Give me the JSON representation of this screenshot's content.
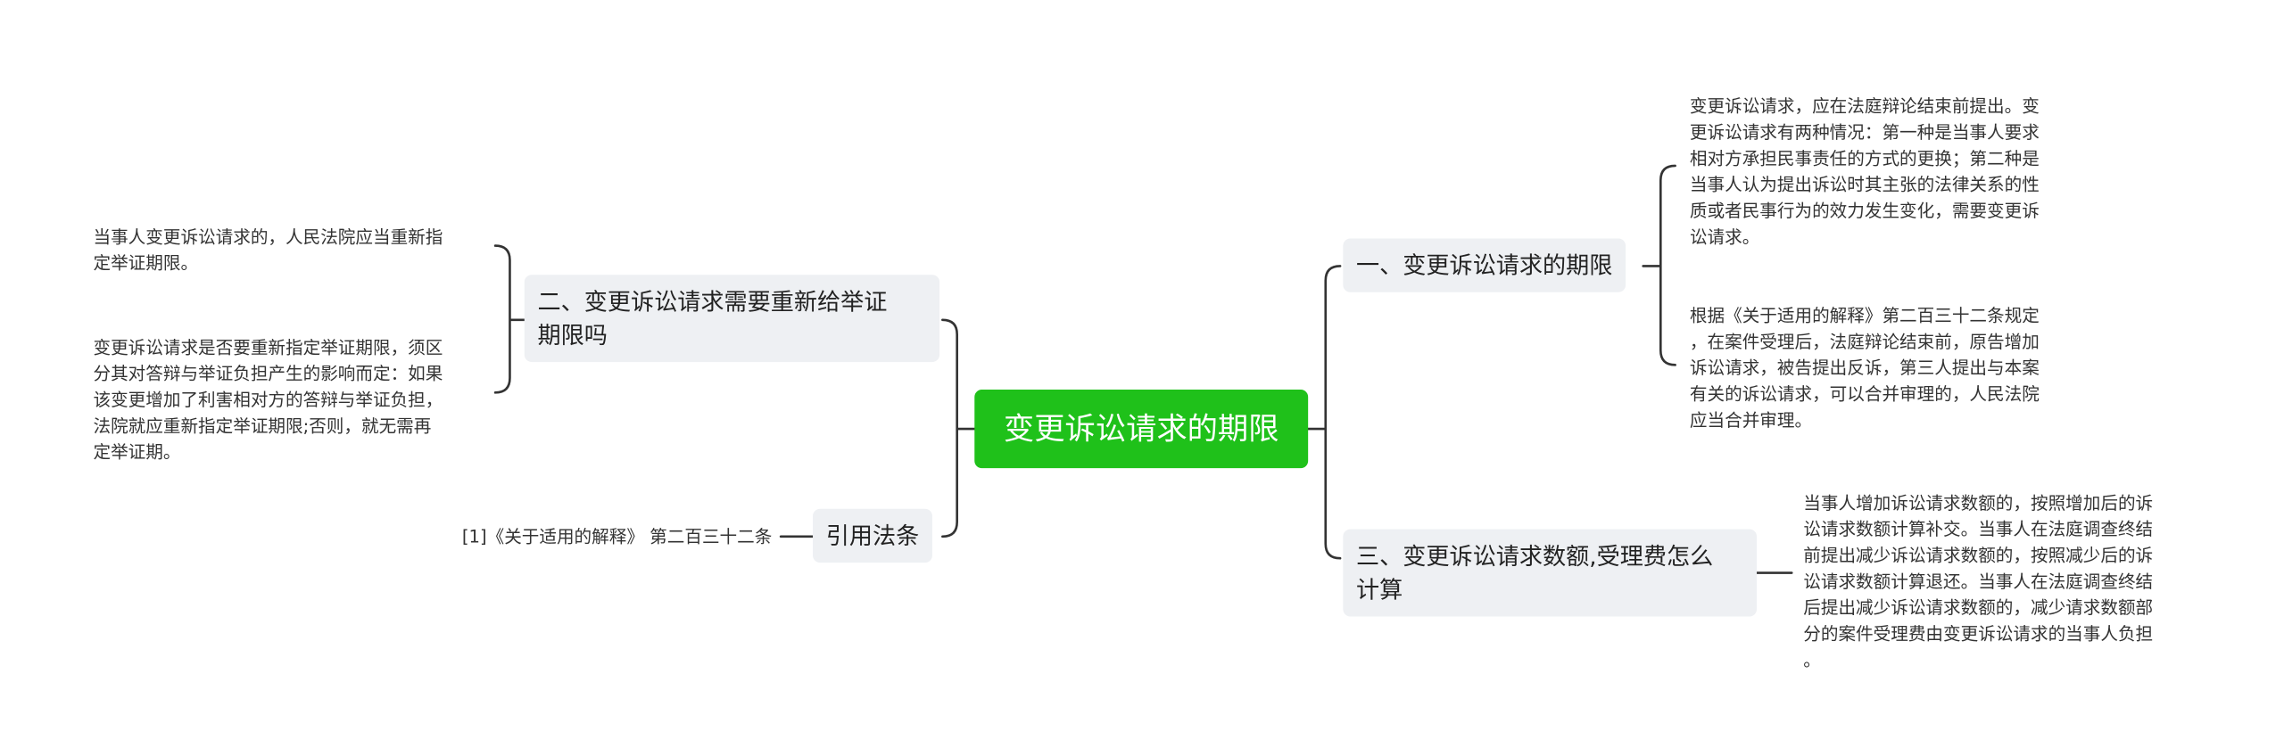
{
  "diagram": {
    "root": {
      "label": "变更诉讼请求的期限"
    },
    "branches": [
      {
        "label": "一、变更诉讼请求的期限",
        "details": [
          "变更诉讼请求，应在法庭辩论结束前提出。变\n更诉讼请求有两种情况：第一种是当事人要求\n相对方承担民事责任的方式的更换；第二种是\n当事人认为提出诉讼时其主张的法律关系的性\n质或者民事行为的效力发生变化，需要变更诉\n讼请求。",
          "根据《关于适用的解释》第二百三十二条规定\n，在案件受理后，法庭辩论结束前，原告增加\n诉讼请求，被告提出反诉，第三人提出与本案\n有关的诉讼请求，可以合并审理的，人民法院\n应当合并审理。"
        ]
      },
      {
        "label": "三、变更诉讼请求数额,受理费怎么\n计算",
        "details": [
          "当事人增加诉讼请求数额的，按照增加后的诉\n讼请求数额计算补交。当事人在法庭调查终结\n前提出减少诉讼请求数额的，按照减少后的诉\n讼请求数额计算退还。当事人在法庭调查终结\n后提出减少诉讼请求数额的，减少请求数额部\n分的案件受理费由变更诉讼请求的当事人负担\n。"
        ]
      },
      {
        "label": "二、变更诉讼请求需要重新给举证\n期限吗",
        "details": [
          "当事人变更诉讼请求的，人民法院应当重新指\n定举证期限。",
          "变更诉讼请求是否要重新指定举证期限，须区\n分其对答辩与举证负担产生的影响而定：如果\n该变更增加了利害相对方的答辩与举证负担，\n法院就应重新指定举证期限;否则，就无需再\n定举证期。"
        ]
      },
      {
        "label": "引用法条",
        "details": [
          "[1]《关于适用的解释》 第二百三十二条"
        ]
      }
    ]
  },
  "colors": {
    "root_fill": "#1fc11a",
    "branch_fill": "#eef0f3",
    "connector": "#333333"
  }
}
